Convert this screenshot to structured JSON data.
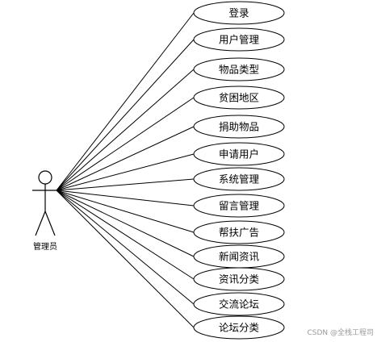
{
  "diagram": {
    "type": "use-case",
    "actor": {
      "name": "管理员",
      "icon": "stick-figure-icon"
    },
    "use_cases": [
      "登录",
      "用户管理",
      "物品类型",
      "贫困地区",
      "捐助物品",
      "申请用户",
      "系统管理",
      "留言管理",
      "帮扶广告",
      "新闻资讯",
      "资讯分类",
      "交流论坛",
      "论坛分类"
    ],
    "colors": {
      "line": "#000000",
      "ellipse_fill": "#ffffff",
      "text": "#000000",
      "watermark": "#9a9a9a"
    }
  },
  "watermark": "CSDN @全栈工程司"
}
